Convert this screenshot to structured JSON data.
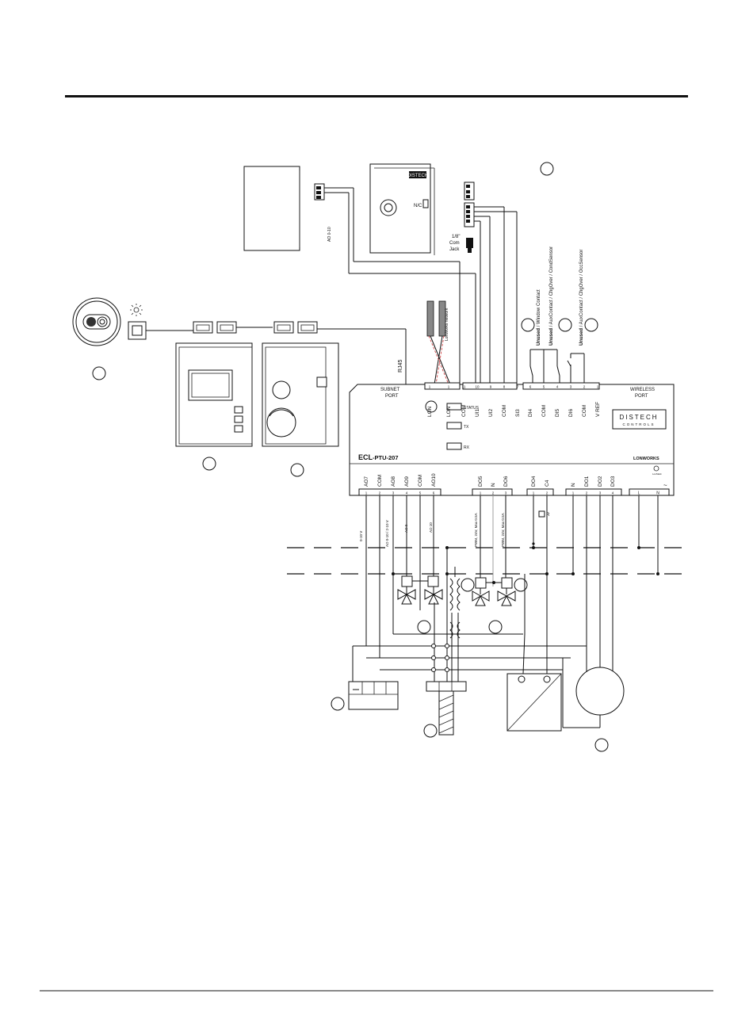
{
  "controller": {
    "model_prefix": "ECL",
    "model_suffix": "-PTU-207",
    "brand_line1": "DISTECH",
    "brand_line2": "CONTROLS",
    "lonworks_logo": "LONWORKS",
    "subnet_port": [
      "SUBNET",
      "PORT"
    ],
    "wireless_port": [
      "WIRELESS",
      "PORT"
    ],
    "leds": [
      "STATUS",
      "TX",
      "RX"
    ]
  },
  "top_terminals": [
    {
      "label": "LON",
      "num": "1"
    },
    {
      "label": "LON",
      "num": "1"
    },
    {
      "label": "COM",
      "num": "11"
    },
    {
      "label": "UI1",
      "num": "10"
    },
    {
      "label": "UI2",
      "num": "9"
    },
    {
      "label": "COM",
      "num": "8"
    },
    {
      "label": "SI3",
      "num": "7"
    },
    {
      "label": "DI4",
      "num": "6"
    },
    {
      "label": "COM",
      "num": "5"
    },
    {
      "label": "DI5",
      "num": "4"
    },
    {
      "label": "DI6",
      "num": "3"
    },
    {
      "label": "COM",
      "num": "2"
    },
    {
      "label": "V REF",
      "num": "1"
    }
  ],
  "bottom_terminals": [
    {
      "label": "AO7",
      "num": "1"
    },
    {
      "label": "COM",
      "num": "2"
    },
    {
      "label": "AO8",
      "num": "3"
    },
    {
      "label": "AO9",
      "num": "4"
    },
    {
      "label": "COM",
      "num": "5"
    },
    {
      "label": "AO10",
      "num": "6"
    },
    {
      "label": "DO5",
      "num": "1"
    },
    {
      "label": "N",
      "num": "2"
    },
    {
      "label": "DO6",
      "num": "3"
    },
    {
      "label": "DO4",
      "num": "1"
    },
    {
      "label": "C4",
      "num": "2"
    },
    {
      "label": "N",
      "num": "1"
    },
    {
      "label": "DO1",
      "num": "2"
    },
    {
      "label": "DO2",
      "num": "3"
    },
    {
      "label": "DO3",
      "num": "4"
    },
    {
      "label": "L",
      "num": ""
    },
    {
      "label": "N",
      "num": ""
    }
  ],
  "input_labels": {
    "di4_bold": "Unused",
    "di4_rest": " / Window Contact",
    "di5_bold": "Unused",
    "di5_rest": " / AuxContact / ChgOver / CondSensor",
    "di6_bold": "Unused",
    "di6_rest": " / AuxContact / ChgOver / OccSensor"
  },
  "annotations": {
    "rj45": "RJ45",
    "lonworks_network": "LonWorks network",
    "jack_line1": "1/8\"",
    "jack_line2": "Com",
    "jack_line3": "Jack",
    "sensor_brand": "DISTECH",
    "ao_0_10": "AO 0-10",
    "ao7_label": "0-10 V",
    "com_label": "AO 0-10 / 2-10 V",
    "ao9_label": "AO 0",
    "ao10_label": "AO 10",
    "do5_label": "PWM, 24V, Max 0.5A",
    "do6_label": "PWM, 24V, Max 0.5A",
    "r_label": "R",
    "tilde": "~"
  }
}
